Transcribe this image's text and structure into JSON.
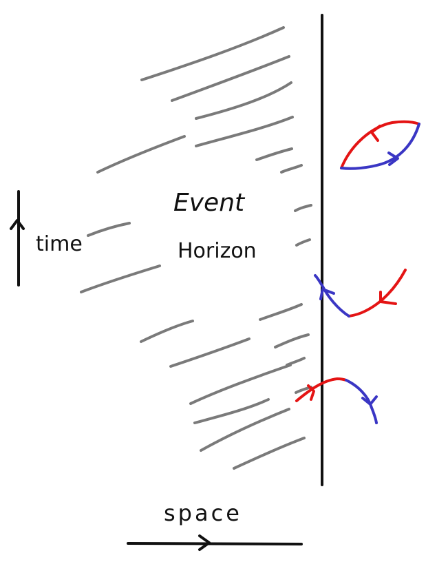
{
  "labels": {
    "time": "time",
    "event": "Event",
    "horizon": "Horizon",
    "space": "space"
  },
  "colors": {
    "ink": "#111111",
    "hatching": "#7a7a7a",
    "particle": "#e41414",
    "antiparticle": "#3a36c4"
  }
}
